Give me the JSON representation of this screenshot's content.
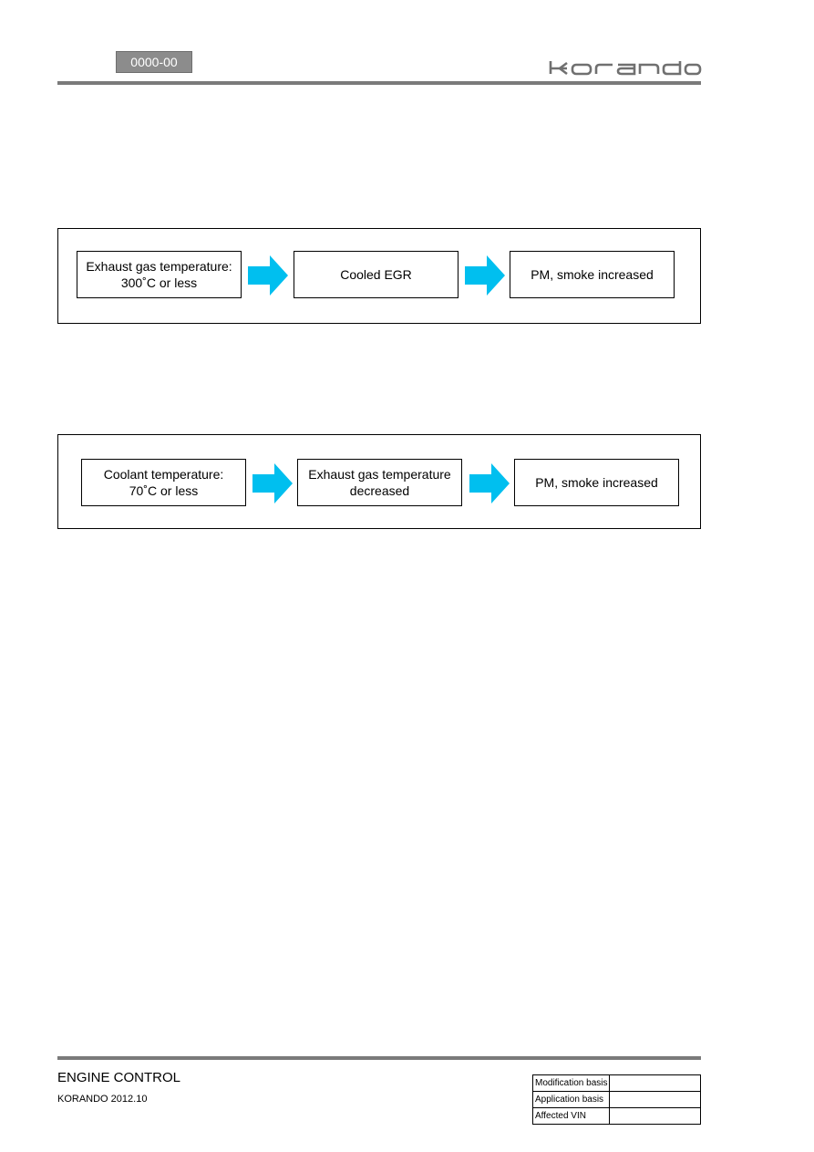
{
  "header": {
    "section_code": "0000-00",
    "brand_logo": "korando-wordmark"
  },
  "flows": [
    {
      "steps": [
        {
          "text": "Exhaust gas temperature:\n300˚C or less"
        },
        {
          "text": "Cooled EGR"
        },
        {
          "text": "PM, smoke increased"
        }
      ],
      "arrow_color": "#00BFEF"
    },
    {
      "steps": [
        {
          "text": "Coolant temperature:\n70˚C  or less"
        },
        {
          "text": "Exhaust gas temperature\ndecreased"
        },
        {
          "text": "PM, smoke increased"
        }
      ],
      "arrow_color": "#00BFEF"
    }
  ],
  "footer": {
    "title": "ENGINE CONTROL",
    "subtitle": "KORANDO 2012.10",
    "revision_table": [
      {
        "label": "Modification basis",
        "value": ""
      },
      {
        "label": "Application basis",
        "value": ""
      },
      {
        "label": "Affected VIN",
        "value": ""
      }
    ]
  }
}
